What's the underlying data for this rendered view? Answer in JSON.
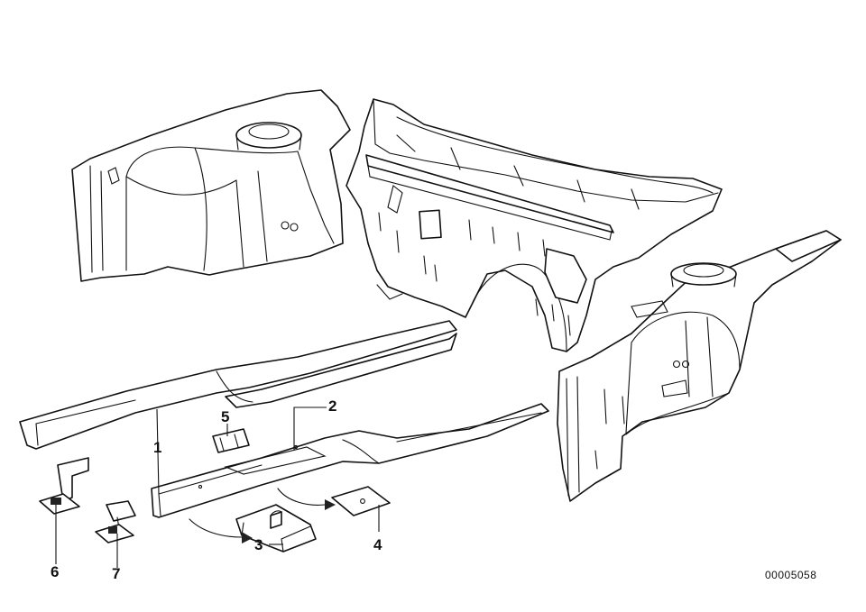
{
  "diagram": {
    "callouts": [
      {
        "id": "1",
        "label": "1"
      },
      {
        "id": "2",
        "label": "2"
      },
      {
        "id": "3",
        "label": "3"
      },
      {
        "id": "4",
        "label": "4"
      },
      {
        "id": "5",
        "label": "5"
      },
      {
        "id": "6",
        "label": "6"
      },
      {
        "id": "7",
        "label": "7"
      }
    ],
    "document_number": "00005058"
  }
}
